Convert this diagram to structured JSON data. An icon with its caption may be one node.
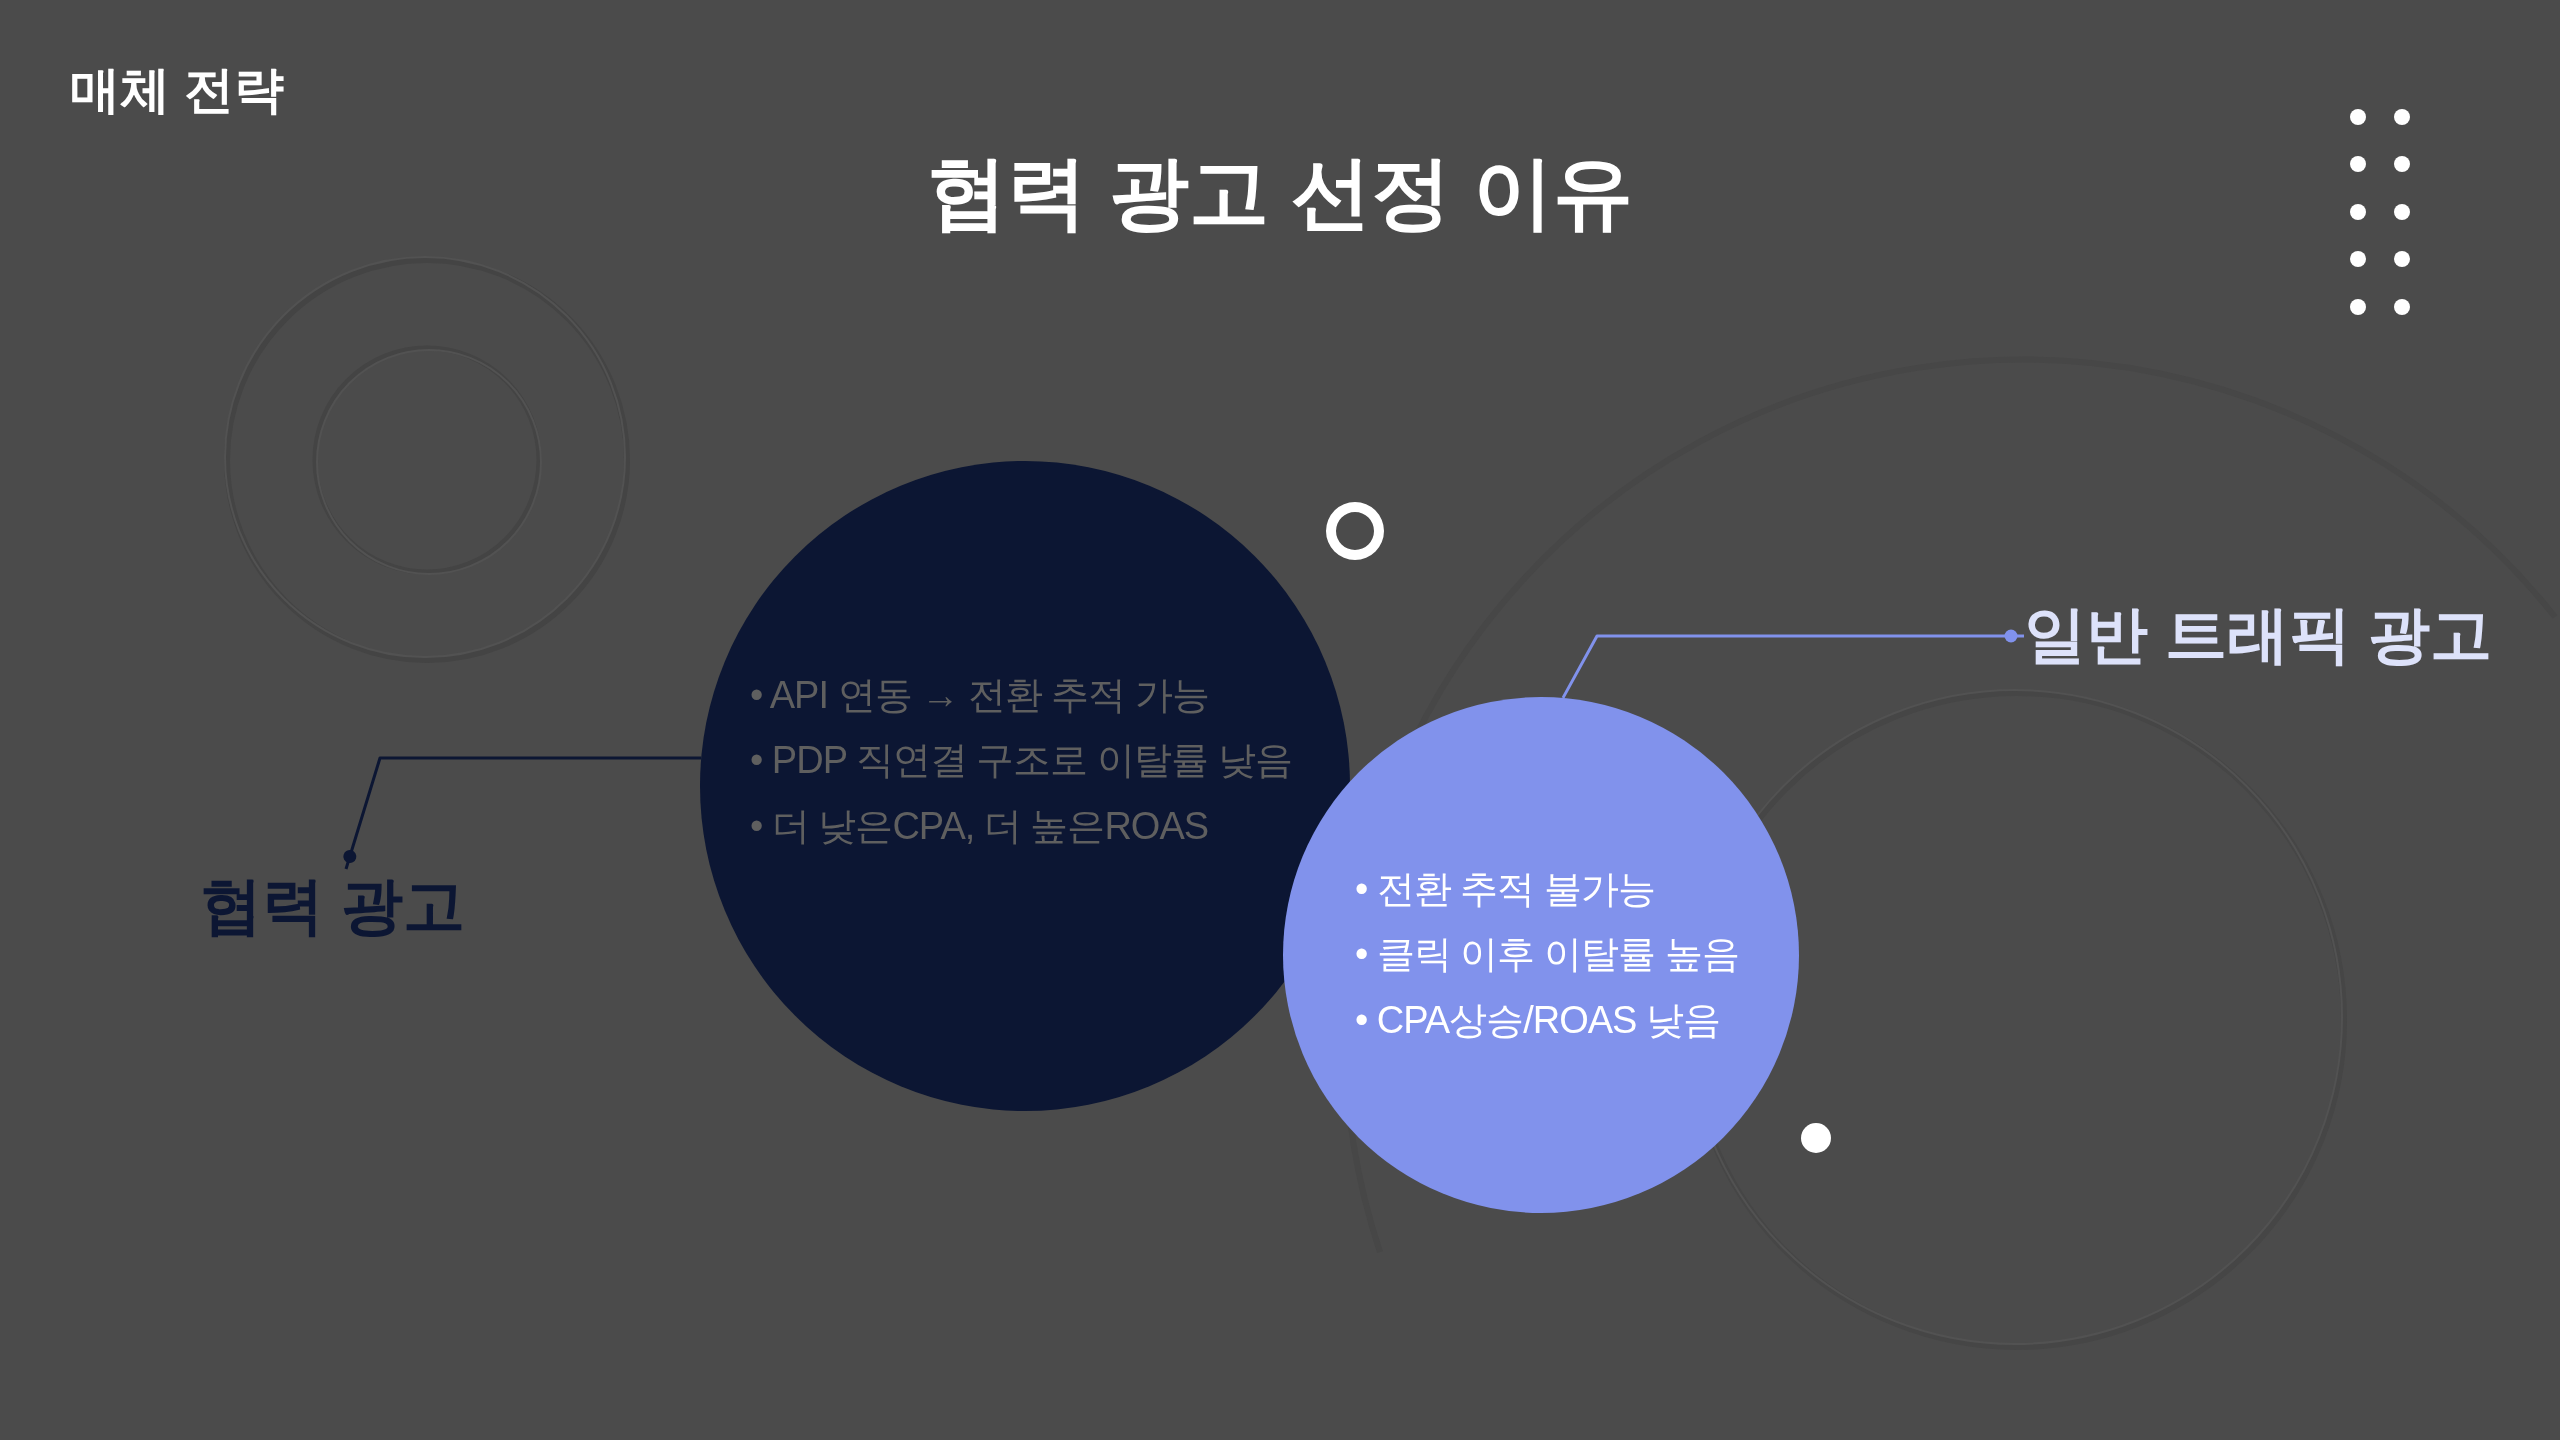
{
  "diagram": {
    "title": "협력 광고 선정 이유",
    "nodes": [
      {
        "text": [
          "• API 연동 → 전환 추적 가능",
          "• PDP 직연결 구조로 이탈률 낮음",
          "• 더 낮은CPA, 더 높은ROAS"
        ]
      },
      {
        "text": [
          "• 전환 추적 불가능",
          "• 클릭 이후 이탈률 높음",
          "• CPA상승/ROAS 낮음"
        ]
      },
      {
        "text": [
          "협력 광고"
        ]
      },
      {
        "text": [
          "일반 트래픽 광고"
        ]
      }
    ],
    "edges": [
      {
        "from": 2,
        "to": 0,
        "arrow": "other",
        "color": "#0c1633"
      },
      {
        "from": 3,
        "to": 1,
        "arrow": "other",
        "color": "#8192ec"
      }
    ],
    "labels": [
      "매체 전략"
    ]
  }
}
